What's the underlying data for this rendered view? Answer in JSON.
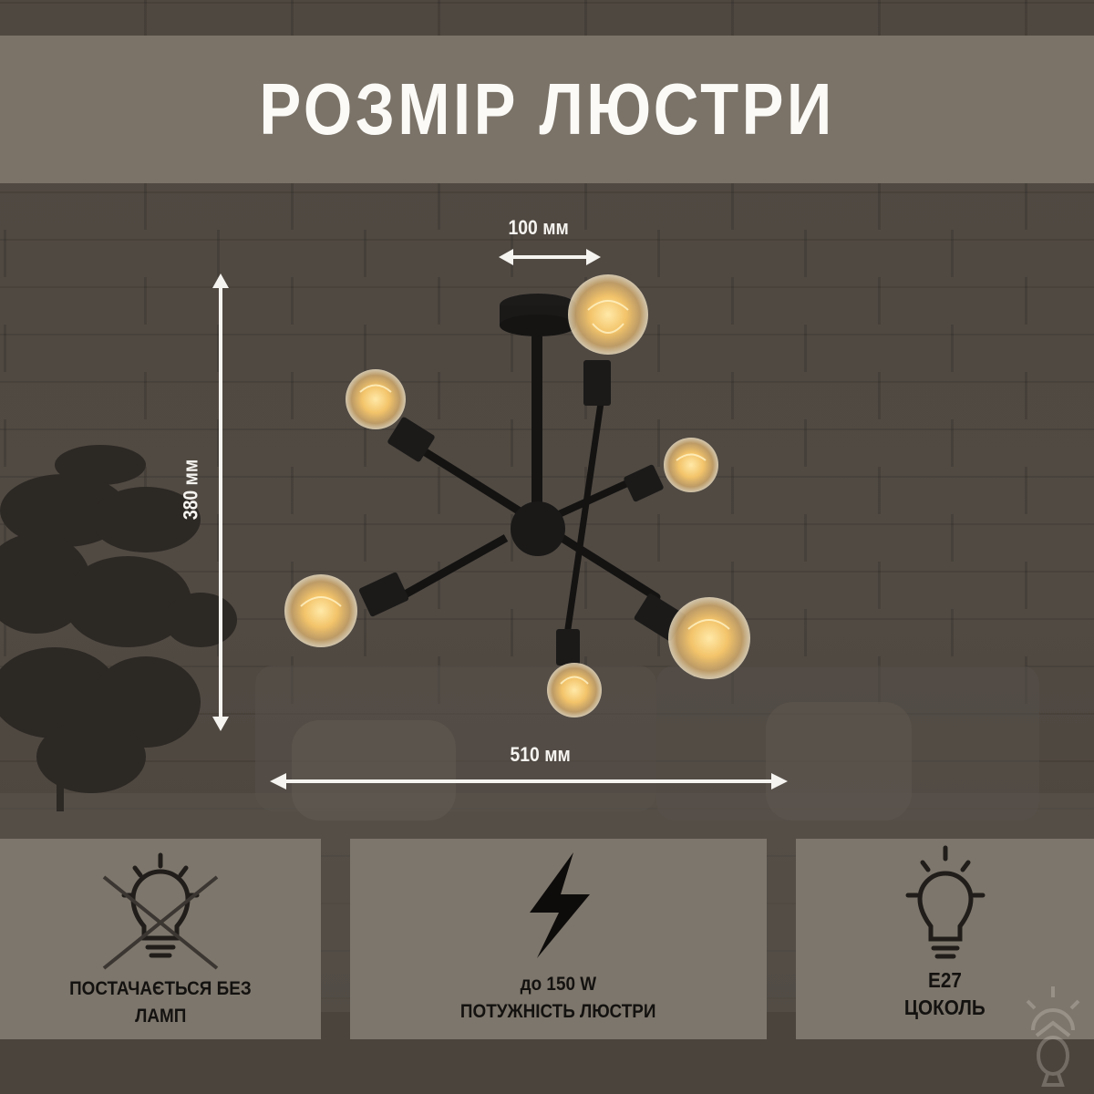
{
  "header": {
    "title": "РОЗМІР ЛЮСТРИ"
  },
  "dimensions": {
    "top_width": "100 мм",
    "height": "380 мм",
    "total_width": "510 мм"
  },
  "product": {
    "type": "chandelier",
    "bulb_count": 6
  },
  "features": [
    {
      "icon": "no-bulb-icon",
      "line1": "ПОСТАЧАЄТЬСЯ БЕЗ",
      "line2": "ЛАМП"
    },
    {
      "icon": "lightning-icon",
      "line1": "до 150 W",
      "line2": "ПОТУЖНІСТЬ ЛЮСТРИ"
    },
    {
      "icon": "lightbulb-icon",
      "line1": "E27",
      "line2": "ЦОКОЛЬ"
    }
  ],
  "colors": {
    "background": "#4d463f",
    "header_band": "#7b7368",
    "card": "#7d766c",
    "title_text": "#fbfaf7",
    "card_text": "#141210",
    "bulb_glow": "#f3c46a"
  }
}
